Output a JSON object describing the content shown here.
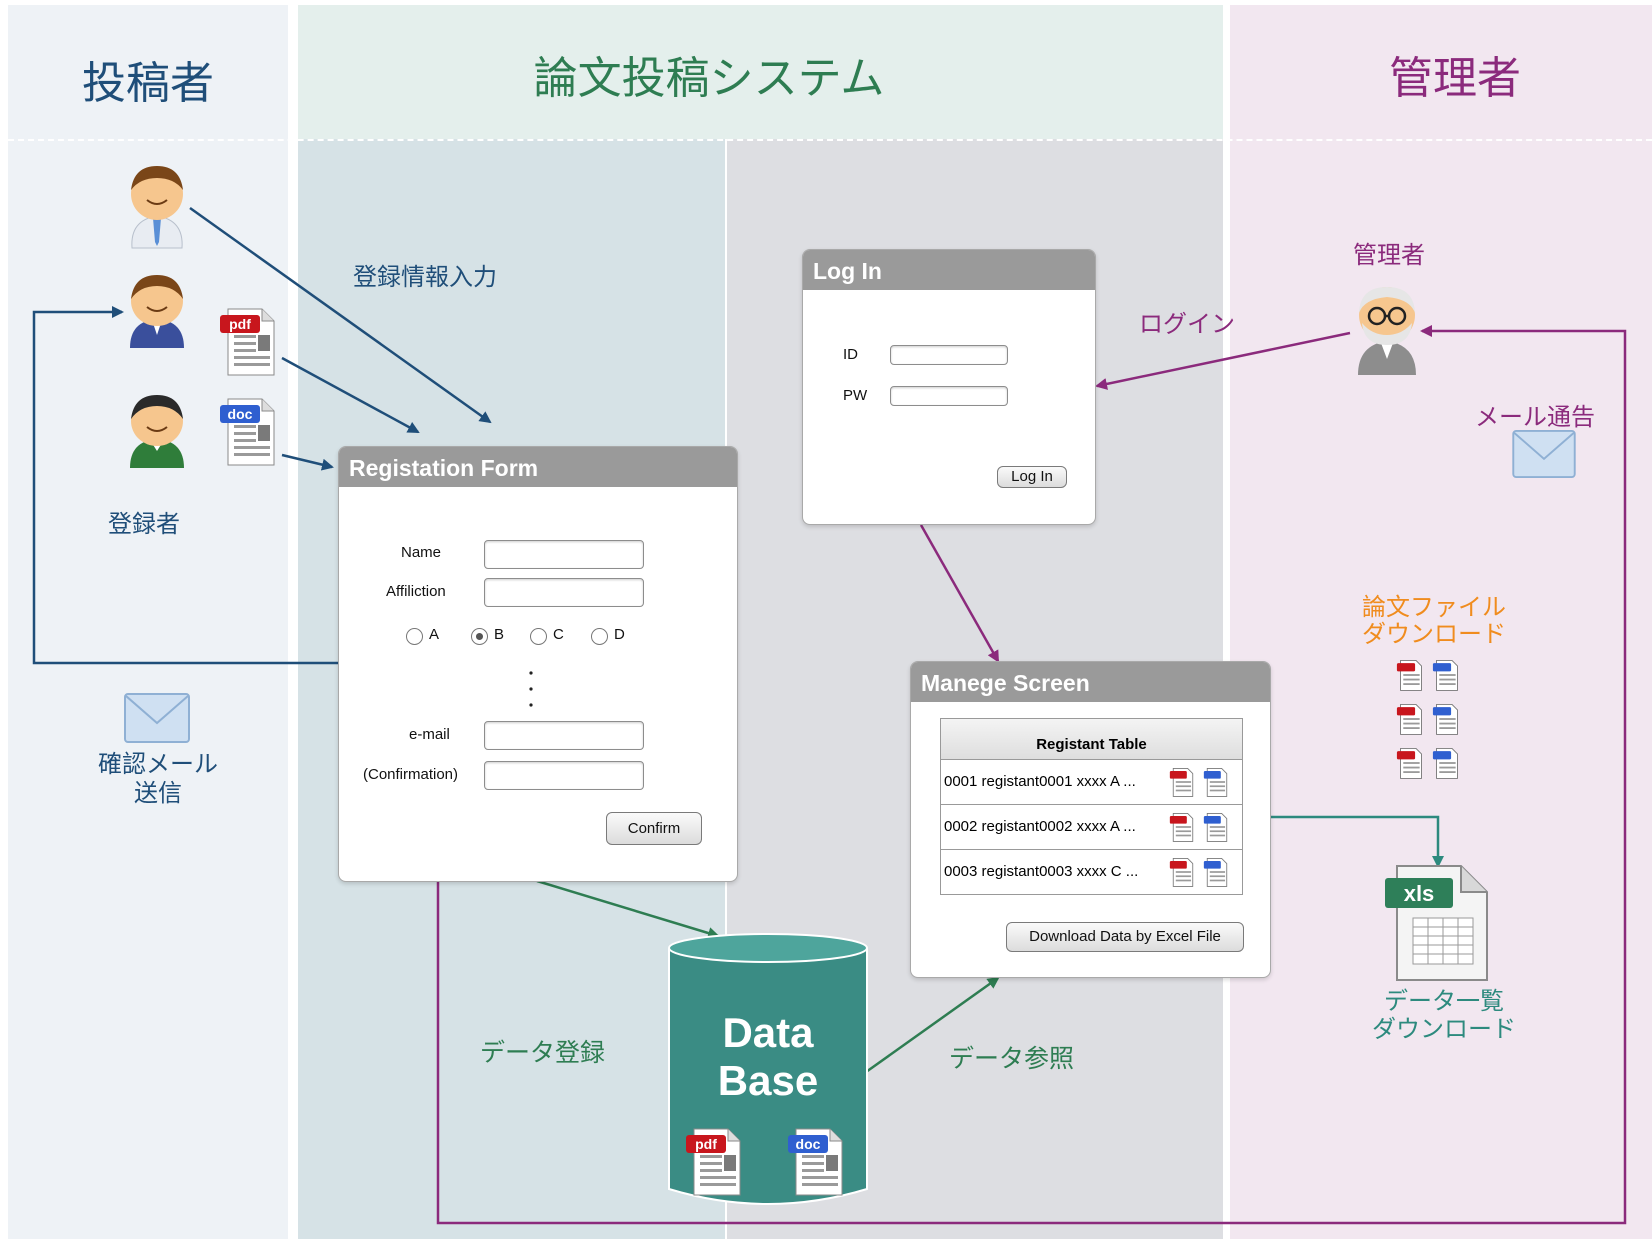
{
  "lanes": {
    "submitter": "投稿者",
    "system": "論文投稿システム",
    "admin": "管理者"
  },
  "labels": {
    "reg_input": "登録情報入力",
    "registrant": "登録者",
    "confirm_mail": [
      "確認メール",
      "送信"
    ],
    "data_register": "データ登録",
    "data_reference": "データ参照",
    "login": "ログイン",
    "admin_person": "管理者",
    "mail_notify": "メール通告",
    "paper_download": [
      "論文ファイル",
      "ダウンロード"
    ],
    "data_list_download": [
      "データ一覧",
      "ダウンロード"
    ]
  },
  "reg_form": {
    "title": "Registation Form",
    "name_label": "Name",
    "affiliation_label": "Affiliction",
    "options": [
      "A",
      "B",
      "C",
      "D"
    ],
    "selected_option": "B",
    "email_label": "e-mail",
    "confirmation_label": "(Confirmation)",
    "confirm_button": "Confirm"
  },
  "login_window": {
    "title": "Log In",
    "id_label": "ID",
    "pw_label": "PW",
    "login_button": "Log In"
  },
  "manage_screen": {
    "title": "Manege Screen",
    "table_header": "Registant Table",
    "rows": [
      "0001 registant0001 xxxx A  ...",
      "0002 registant0002 xxxx A  ...",
      "0003 registant0003 xxxx C  ..."
    ],
    "download_button": "Download Data by Excel File"
  },
  "database": {
    "line1": "Data",
    "line2": "Base"
  },
  "file_badges": {
    "pdf": "pdf",
    "doc": "doc",
    "xls": "xls"
  },
  "colors": {
    "blue_arrow": "#1f4e79",
    "green_arrow": "#2e7d52",
    "purple_arrow": "#8b2a7c",
    "teal_arrow": "#2d8a7e",
    "submitter_text": "#1f4e79",
    "system_text": "#2e7d52",
    "admin_text": "#8b2a7c",
    "orange_text": "#f08c1e",
    "db_fill": "#3a8c84"
  },
  "icons": [
    "person-icon",
    "pdf-file-icon",
    "doc-file-icon",
    "xls-file-icon",
    "envelope-icon",
    "database-icon",
    "admin-person-icon"
  ]
}
